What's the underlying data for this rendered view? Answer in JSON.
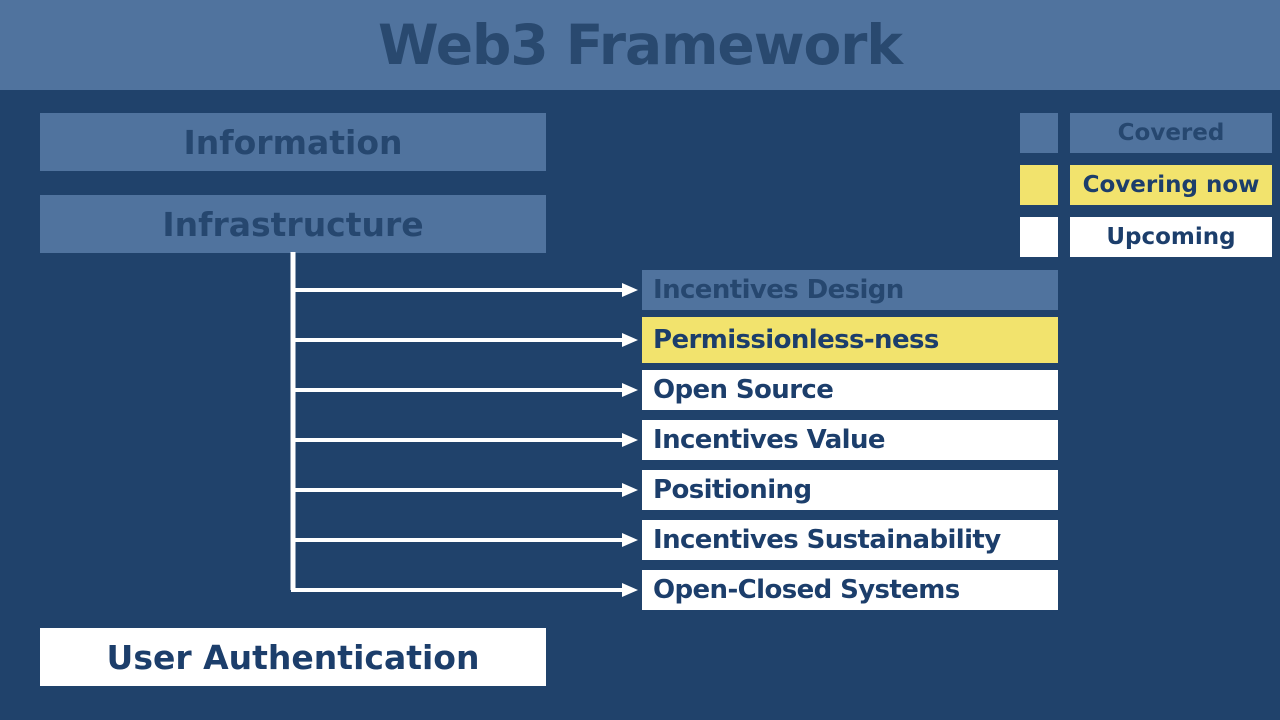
{
  "title": "Web3 Framework",
  "colors": {
    "background": "#20426B",
    "header_bar": "#50739E",
    "covered": "#50739E",
    "covering_now": "#F2E36D",
    "upcoming": "#FFFFFF",
    "dark_text": "#1C3E6B",
    "arrow": "#FFFFFF"
  },
  "left_nodes": [
    {
      "label": "Information",
      "status": "covered"
    },
    {
      "label": "Infrastructure",
      "status": "covered"
    }
  ],
  "bottom_node": {
    "label": "User Authentication",
    "status": "upcoming"
  },
  "legend": {
    "items": [
      {
        "label": "Covered",
        "status": "covered"
      },
      {
        "label": "Covering now",
        "status": "covering_now"
      },
      {
        "label": "Upcoming",
        "status": "upcoming"
      }
    ]
  },
  "branches": [
    {
      "label": "Incentives Design",
      "status": "covered"
    },
    {
      "label": "Permissionless-ness",
      "status": "covering_now"
    },
    {
      "label": "Open Source",
      "status": "upcoming"
    },
    {
      "label": "Incentives Value",
      "status": "upcoming"
    },
    {
      "label": "Positioning",
      "status": "upcoming"
    },
    {
      "label": "Incentives Sustainability",
      "status": "upcoming"
    },
    {
      "label": "Open-Closed Systems",
      "status": "upcoming"
    }
  ]
}
